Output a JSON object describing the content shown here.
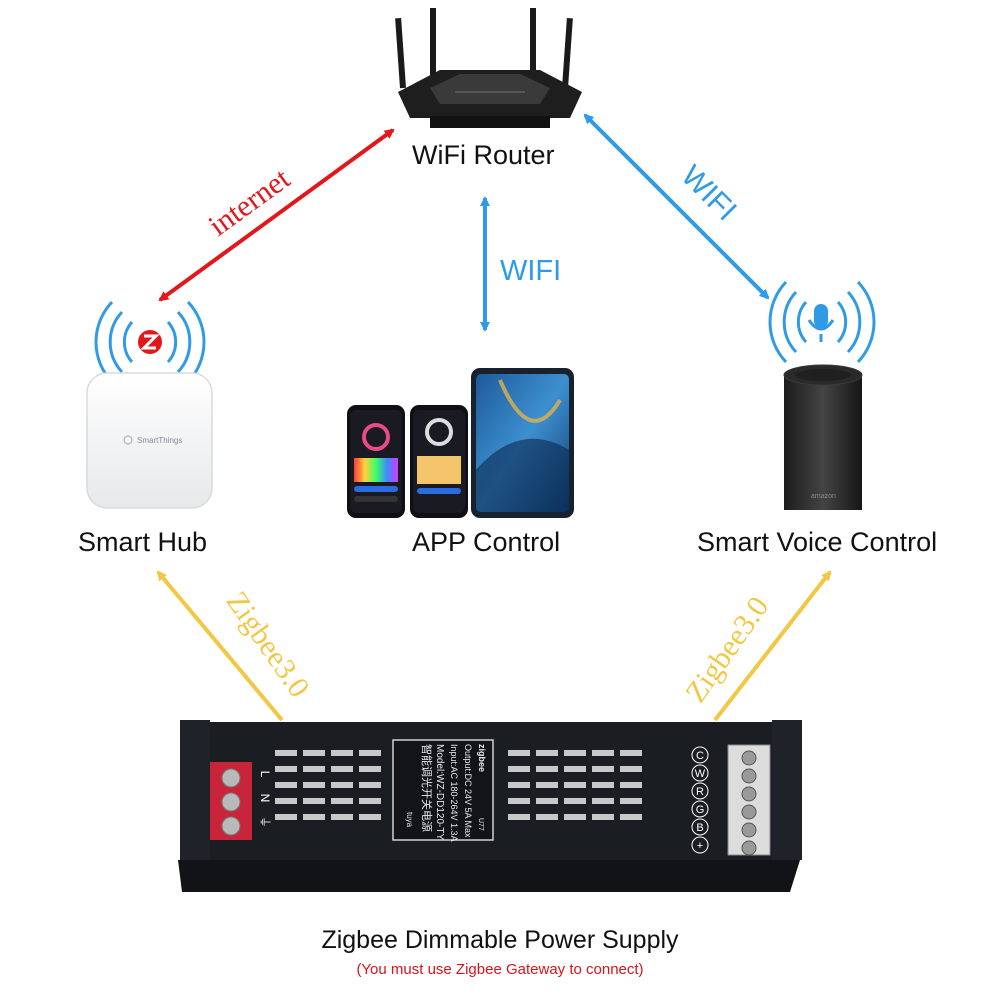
{
  "nodes": {
    "router": {
      "label": "WiFi Router"
    },
    "hub": {
      "label": "Smart Hub",
      "device_text": "SmartThings"
    },
    "app": {
      "label": "APP Control"
    },
    "voice": {
      "label": "Smart Voice Control",
      "device_text": "amazon"
    },
    "power": {
      "title": "Zigbee Dimmable Power Supply",
      "note": "(You must use Zigbee Gateway to connect)",
      "plate": {
        "line1": "智能调光开关电源",
        "line2": "Model:WZ-DD120-TY",
        "line3": "Input:AC 180-264V 1.3A",
        "line4": "Output:DC 24V 5A Max",
        "brand": "zigbee",
        "small": "tuya",
        "code": "U77"
      },
      "left_terminals": [
        "L",
        "N",
        "⏚"
      ],
      "right_terminals": [
        "C",
        "W",
        "R",
        "G",
        "B",
        "+"
      ]
    }
  },
  "links": {
    "internet": "internet",
    "wifi_center": "WIFI",
    "wifi_right": "WIFI",
    "zigbee_left": "Zigbee3.0",
    "zigbee_right": "Zigbee3.0"
  },
  "colors": {
    "internet": "#e3161b",
    "wifi": "#2f9be6",
    "zigbee": "#f2c744",
    "note": "#d8141a"
  }
}
